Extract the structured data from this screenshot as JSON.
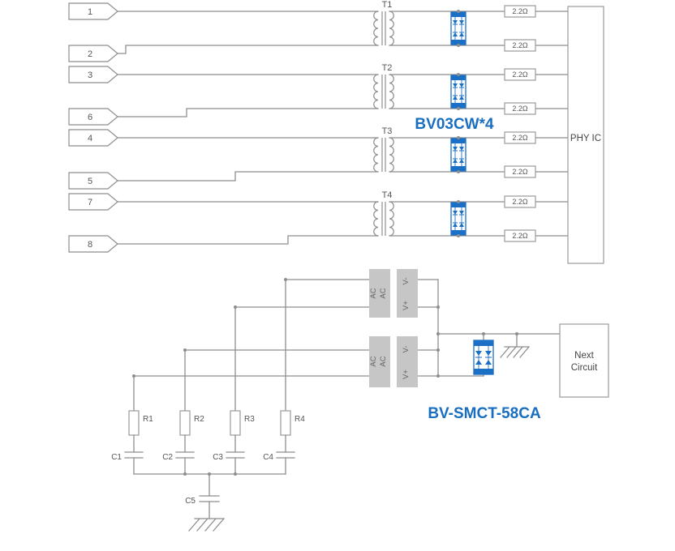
{
  "labels": {
    "tvs_part": "BV03CW*4",
    "smct_part": "BV-SMCT-58CA",
    "phy": "PHY IC",
    "next_line1": "Next",
    "next_line2": "Circuit"
  },
  "pins": [
    "1",
    "2",
    "3",
    "6",
    "4",
    "5",
    "7",
    "8"
  ],
  "transformers": [
    "T1",
    "T2",
    "T3",
    "T4"
  ],
  "resistor": {
    "value": "2.2Ω"
  },
  "bridge": {
    "ac": "AC",
    "v_minus": "V-",
    "v_plus": "V+"
  },
  "bob_smith": {
    "resistors": [
      "R1",
      "R2",
      "R3",
      "R4"
    ],
    "capacitors": [
      "C1",
      "C2",
      "C3",
      "C4",
      "C5"
    ]
  },
  "colors": {
    "accent_blue": "#1b6fc5",
    "wire_gray": "#8e8e8e",
    "block_gray": "#c6c6c6"
  }
}
